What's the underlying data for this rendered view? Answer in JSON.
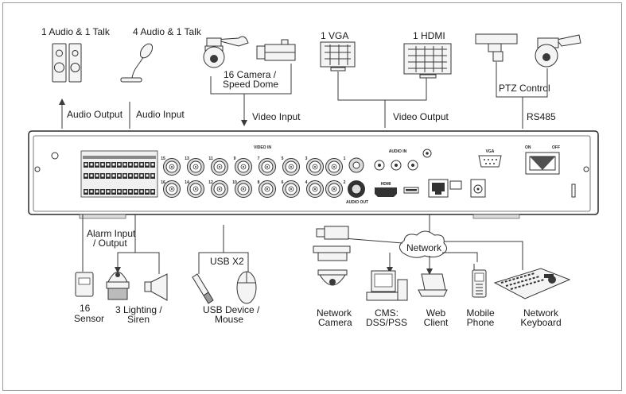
{
  "top_devices": {
    "audio_out_device": "1 Audio  & 1 Talk",
    "audio_in_device": "4 Audio & 1 Talk",
    "camera_device_line1": "16  Camera /",
    "camera_device_line2": "Speed Dome",
    "vga_monitor": "1 VGA",
    "hdmi_monitor": "1 HDMI",
    "ptz_control": "PTZ Control"
  },
  "top_connections": {
    "audio_output": "Audio  Output",
    "audio_input": "Audio  Input",
    "video_input": "Video Input",
    "video_output": "Video Output",
    "rs485": "RS485"
  },
  "panel": {
    "video_in_label": "VIDEO IN",
    "audio_in_label": "AUDIO IN",
    "audio_out_label": "AUDIO OUT",
    "vga_port_label": "VGA",
    "hdmi_port_label": "HDMI",
    "switch_on": "ON",
    "switch_off": "OFF",
    "bnc_top_numbers": [
      "15",
      "13",
      "11",
      "9",
      "7",
      "5",
      "3",
      "1"
    ],
    "bnc_bottom_numbers": [
      "16",
      "14",
      "12",
      "10",
      "8",
      "6",
      "4",
      "2"
    ]
  },
  "bottom": {
    "alarm_line1": "Alarm Input",
    "alarm_line2": "/ Output",
    "sensor_line1": "16",
    "sensor_line2": "Sensor",
    "lighting_line1": "3 Lighting /",
    "lighting_line2": "Siren",
    "usb_x2": "USB X2",
    "usb_device_line1": "USB Device /",
    "usb_device_line2": "Mouse",
    "network": "Network",
    "network_camera_line1": "Network",
    "network_camera_line2": "Camera",
    "cms_line1": "CMS:",
    "cms_line2": "DSS/PSS",
    "web_client_line1": "Web",
    "web_client_line2": "Client",
    "mobile_phone_line1": "Mobile",
    "mobile_phone_line2": "Phone",
    "network_keyboard_line1": "Network",
    "network_keyboard_line2": "Keyboard"
  }
}
